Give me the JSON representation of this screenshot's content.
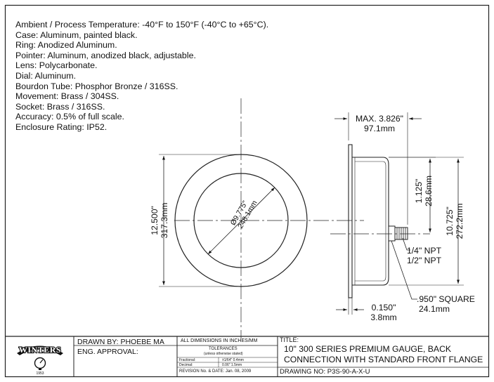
{
  "specs": [
    "Ambient / Process Temperature: -40°F to 150°F (-40°C to +65°C).",
    "Case: Aluminum, painted black.",
    "Ring: Anodized Aluminum.",
    "Pointer: Aluminum, anodized black, adjustable.",
    "Lens: Polycarbonate.",
    "Dial: Aluminum.",
    "Bourdon Tube: Phosphor Bronze / 316SS.",
    "Movement: Brass / 304SS.",
    "Socket: Brass / 316SS.",
    "Accuracy: 0.5% of full scale.",
    "Enclosure Rating: IP52."
  ],
  "front_view": {
    "outer_dia_in": "12.500\"",
    "outer_dia_mm": "317.3mm",
    "inner_dia_in": "Ø9.775\"",
    "inner_dia_mm": "248.1mm"
  },
  "side_view": {
    "max_depth_in": "MAX. 3.826\"",
    "max_depth_mm": "97.1mm",
    "offset_in": "1.125\"",
    "offset_mm": "28.6mm",
    "height_in": "10.725\"",
    "height_mm": "272.2mm",
    "npt_1": "1/4\" NPT",
    "npt_2": "1/2\" NPT",
    "square_in": ".950\" SQUARE",
    "square_mm": "24.1mm",
    "flange_in": "0.150\"",
    "flange_mm": "3.8mm"
  },
  "title_block": {
    "logo_text": "WINTERS",
    "logo_year": "1953",
    "drawn_by": "DRAWN BY: PHOEBE MA",
    "eng_approval": "ENG. APPROVAL:",
    "dimensions_note": "ALL DIMENSIONS IN INCHES/MM",
    "tolerances_title": "TOLERANCES",
    "tolerances_sub": "(unless otherwise stated)",
    "fractional_label": "Fractional:",
    "fractional_value": "±1/64\" 0.4mm",
    "decimal_label": "Decimal:",
    "decimal_value": "0.06\" 1.5mm",
    "revision": "REVISION No. & DATE: Jan. 08, 2009",
    "title_label": "TITLE:",
    "title_line1": "10\" 300 SERIES PREMIUM GAUGE, BACK",
    "title_line2": "CONNECTION WITH STANDARD FRONT FLANGE",
    "drawing_no": "DRAWING NO: P3S-90-A-X-U"
  }
}
